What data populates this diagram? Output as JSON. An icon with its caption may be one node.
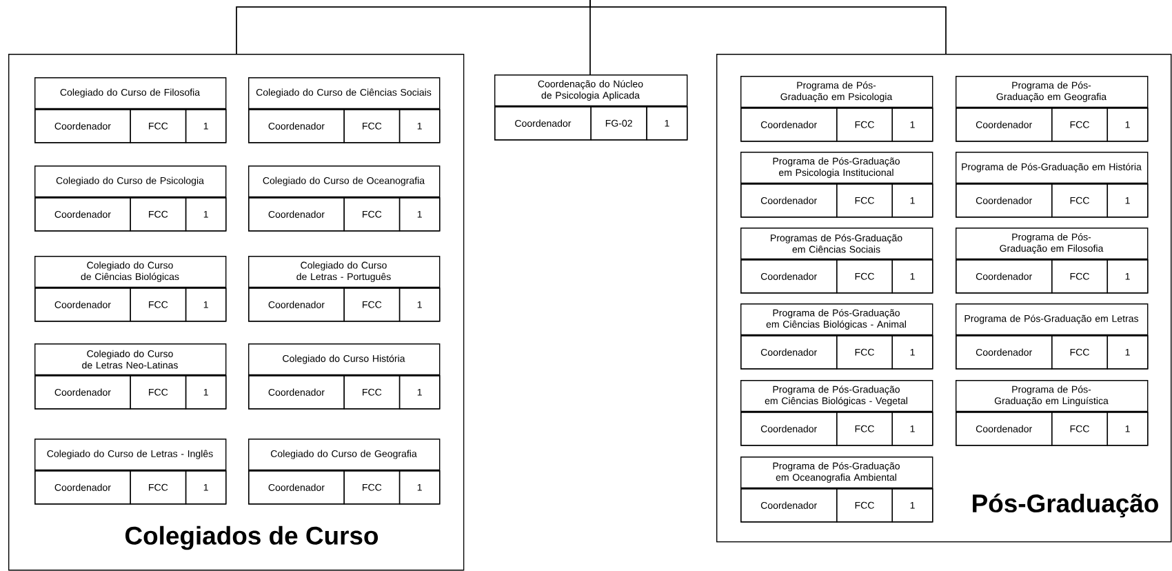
{
  "diagram": {
    "nodes": [
      {
        "text": [
          "Colegiados de Curso"
        ]
      },
      {
        "text": [
          "Colegiado do Curso de Filosofia",
          "Coordenador",
          "FCC",
          "1"
        ],
        "in": 0
      },
      {
        "text": [
          "Colegiado do Curso de Ciências Sociais",
          "Coordenador",
          "FCC",
          "1"
        ],
        "in": 0
      },
      {
        "text": [
          "Colegiado do Curso de Psicologia",
          "Coordenador",
          "FCC",
          "1"
        ],
        "in": 0
      },
      {
        "text": [
          "Colegiado do Curso de Oceanografia",
          "Coordenador",
          "FCC",
          "1"
        ],
        "in": 0
      },
      {
        "text": [
          "Colegiado do Curso de Ciências Biológicas",
          "Coordenador",
          "FCC",
          "1"
        ],
        "in": 0
      },
      {
        "text": [
          "Colegiado do Curso de Letras - Português",
          "Coordenador",
          "FCC",
          "1"
        ],
        "in": 0
      },
      {
        "text": [
          "Colegiado do Curso de Letras Neo-Latinas",
          "Coordenador",
          "FCC",
          "1"
        ],
        "in": 0
      },
      {
        "text": [
          "Colegiado do Curso História",
          "Coordenador",
          "FCC",
          "1"
        ],
        "in": 0
      },
      {
        "text": [
          "Colegiado do Curso de Letras - Inglês",
          "Coordenador",
          "FCC",
          "1"
        ],
        "in": 0
      },
      {
        "text": [
          "Colegiado do Curso de Geografia",
          "Coordenador",
          "FCC",
          "1"
        ],
        "in": 0
      },
      {
        "text": [
          "Coordenação do Núcleo de Psicologia Aplicada",
          "Coordenador",
          "FG-02",
          "1"
        ]
      },
      {
        "text": [
          "Pós-Graduação"
        ]
      },
      {
        "text": [
          "Programa de Pós-Graduação em Psicologia",
          "Coordenador",
          "FCC",
          "1"
        ],
        "in": 12
      },
      {
        "text": [
          "Programa de Pós-Graduação em Geografia",
          "Coordenador",
          "FCC",
          "1"
        ],
        "in": 12
      },
      {
        "text": [
          "Programa de Pós-Graduação em Psicologia Institucional",
          "Coordenador",
          "FCC",
          "1"
        ],
        "in": 12
      },
      {
        "text": [
          "Programa de Pós-Graduação em História",
          "Coordenador",
          "FCC",
          "1"
        ],
        "in": 12
      },
      {
        "text": [
          "Programas de Pós-Graduação em Ciências Sociais",
          "Coordenador",
          "FCC",
          "1"
        ],
        "in": 12
      },
      {
        "text": [
          "Programa de Pós-Graduação em Filosofia",
          "Coordenador",
          "FCC",
          "1"
        ],
        "in": 12
      },
      {
        "text": [
          "Programa de Pós-Graduação em Ciências Biológicas - Animal",
          "Coordenador",
          "FCC",
          "1"
        ],
        "in": 12
      },
      {
        "text": [
          "Programa de Pós-Graduação em Letras",
          "Coordenador",
          "FCC",
          "1"
        ],
        "in": 12
      },
      {
        "text": [
          "Programa de Pós-Graduação em Ciências Biológicas - Vegetal",
          "Coordenador",
          "FCC",
          "1"
        ],
        "in": 12
      },
      {
        "text": [
          "Programa de Pós-Graduação em Linguística",
          "Coordenador",
          "FCC",
          "1"
        ],
        "in": 12
      },
      {
        "text": [
          "Programa de Pós-Graduação em Oceanografia Ambiental",
          "Coordenador",
          "FCC",
          "1"
        ],
        "in": 12
      }
    ],
    "edges": [
      {
        "from": null,
        "to": 0,
        "arrow": "none"
      },
      {
        "from": null,
        "to": 11,
        "arrow": "none"
      },
      {
        "from": null,
        "to": 12,
        "arrow": "none"
      }
    ]
  }
}
